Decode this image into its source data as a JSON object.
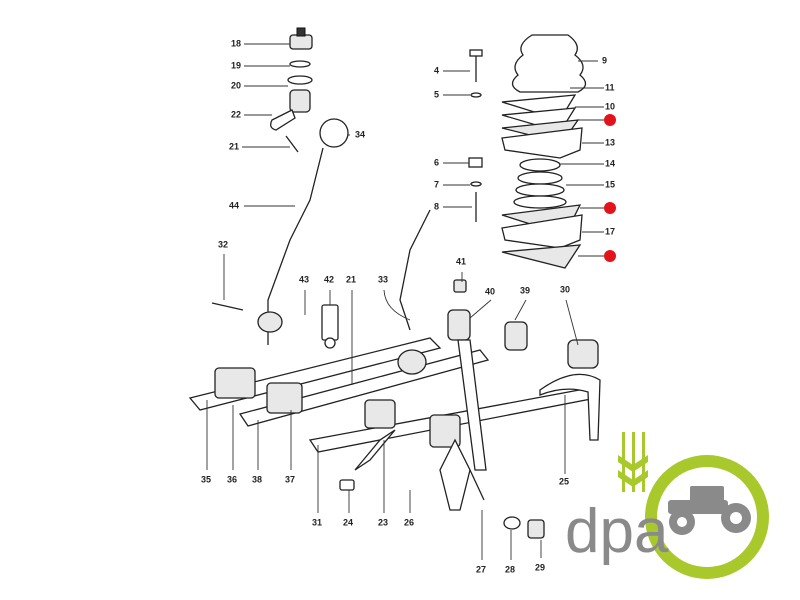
{
  "diagram": {
    "title": "Gear shift lever and selector fork assembly",
    "part_labels": [
      "18",
      "19",
      "20",
      "22",
      "21",
      "34",
      "44",
      "32",
      "43",
      "42",
      "21",
      "33",
      "41",
      "40",
      "39",
      "30",
      "4",
      "5",
      "6",
      "7",
      "8",
      "9",
      "11",
      "10",
      "13",
      "14",
      "15",
      "17",
      "35",
      "36",
      "38",
      "37",
      "31",
      "24",
      "23",
      "26",
      "27",
      "28",
      "29",
      "25"
    ],
    "highlight_color": "#e3131b",
    "highlighted_items_count": 3
  },
  "logo": {
    "text": "dpa",
    "text_color": "#8a8a8a",
    "accent_color": "#a9c82c"
  }
}
